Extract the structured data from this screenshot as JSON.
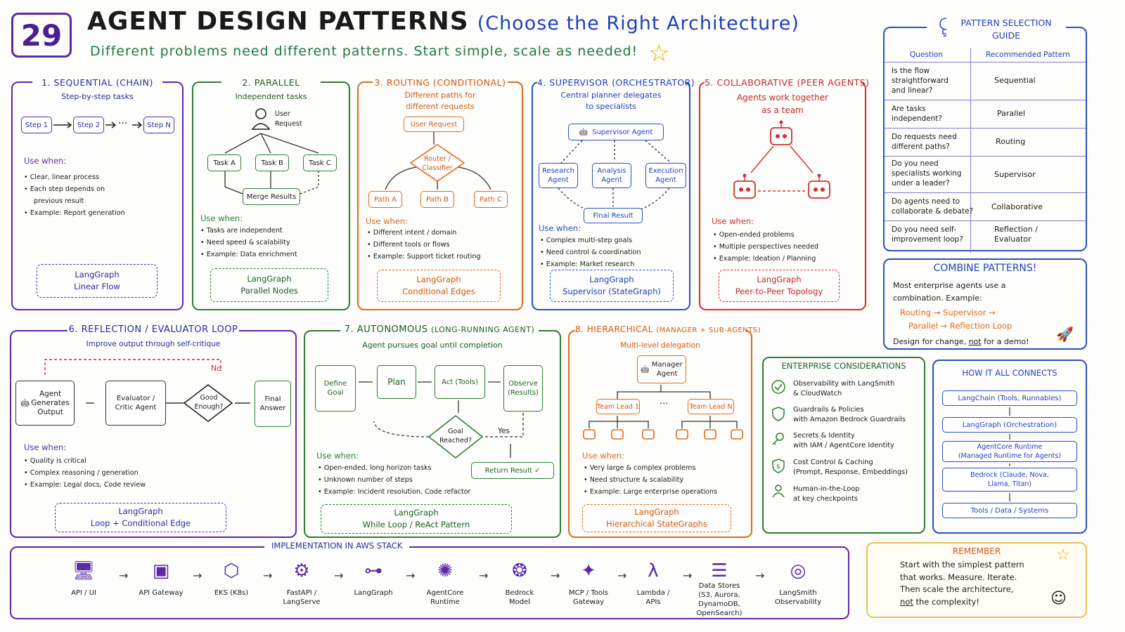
{
  "header": {
    "badge": "29",
    "title": "AGENT DESIGN PATTERNS",
    "title_sub": "(Choose the Right Architecture)",
    "tagline": "Different problems need different patterns. Start simple, scale as needed!"
  },
  "colors": {
    "seq": "#5b2aa8",
    "par": "#2e7d32",
    "route": "#e06a1a",
    "sup": "#2a4fbf",
    "collab": "#d32f2f",
    "refl": "#5b2aa8",
    "auto": "#2e7d32",
    "hier": "#e06a1a",
    "guide": "#2a4fbf",
    "remember": "#e8c25a"
  },
  "p1": {
    "title": "1. SEQUENTIAL (CHAIN)",
    "sub": "Step-by-step tasks",
    "nodes": [
      "Step 1",
      "Step 2",
      "Step N"
    ],
    "dots": "···",
    "use": "Use when:",
    "bullets": [
      "Clear, linear process",
      "Each step depends on",
      "previous result",
      "Example: Report generation"
    ],
    "lg1": "LangGraph",
    "lg2": "Linear Flow"
  },
  "p2": {
    "title": "2. PARALLEL",
    "sub": "Independent tasks",
    "user": "User\nRequest",
    "nodes": [
      "Task A",
      "Task B",
      "Task C"
    ],
    "merge": "Merge Results",
    "use": "Use when:",
    "bullets": [
      "Tasks are independent",
      "Need speed & scalability",
      "Example: Data enrichment"
    ],
    "lg1": "LangGraph",
    "lg2": "Parallel Nodes"
  },
  "p3": {
    "title": "3. ROUTING (CONDITIONAL)",
    "sub1": "Different paths for",
    "sub2": "different requests",
    "req": "User Request",
    "router": "Router /\nClassifier",
    "paths": [
      "Path A",
      "Path B",
      "Path C"
    ],
    "use": "Use when:",
    "bullets": [
      "Different intent / domain",
      "Different tools or flows",
      "Example: Support ticket routing"
    ],
    "lg1": "LangGraph",
    "lg2": "Conditional Edges"
  },
  "p4": {
    "title": "4. SUPERVISOR (ORCHESTRATOR)",
    "sub1": "Central planner delegates",
    "sub2": "to specialists",
    "sup": "Supervisor Agent",
    "agents": [
      "Research\nAgent",
      "Analysis\nAgent",
      "Execution\nAgent"
    ],
    "final": "Final Result",
    "use": "Use when:",
    "bullets": [
      "Complex multi-step goals",
      "Need control & coordination",
      "Example: Market research"
    ],
    "lg1": "LangGraph",
    "lg2": "Supervisor (StateGraph)"
  },
  "p5": {
    "title": "5. COLLABORATIVE (PEER AGENTS)",
    "sub1": "Agents work together",
    "sub2": "as a team",
    "use": "Use when:",
    "bullets": [
      "Open-ended problems",
      "Multiple perspectives needed",
      "Example: Ideation / Planning"
    ],
    "lg1": "LangGraph",
    "lg2": "Peer-to-Peer Topology"
  },
  "guide": {
    "title1": "PATTERN SELECTION",
    "title2": "GUIDE",
    "col1": "Question",
    "col2": "Recommended Pattern",
    "rows": [
      [
        "Is the flow\nstraightforward\nand linear?",
        "Sequential"
      ],
      [
        "Are tasks\nindependent?",
        "Parallel"
      ],
      [
        "Do requests need\ndifferent paths?",
        "Routing"
      ],
      [
        "Do you need\nspecialists working\nunder a leader?",
        "Supervisor"
      ],
      [
        "Do agents need to\ncollaborate & debate?",
        "Collaborative"
      ],
      [
        "Do you need self-\nimprovement loop?",
        "Reflection /\nEvaluator"
      ]
    ]
  },
  "combine": {
    "title": "COMBINE PATTERNS!",
    "l1": "Most enterprise agents use a",
    "l2": "combination. Example:",
    "f1": "Routing → Supervisor →",
    "f2": "Parallel → Reflection Loop",
    "l3a": "Design for change,",
    "l3b": "not",
    "l3c": "for a demo!"
  },
  "p6": {
    "title": "6. REFLECTION / EVALUATOR LOOP",
    "sub": "Improve output through self-critique",
    "agent": "Agent\nGenerates\nOutput",
    "critic": "Evaluator /\nCritic Agent",
    "good": "Good\nEnough?",
    "no": "No",
    "final": "Final\nAnswer",
    "use": "Use when:",
    "bullets": [
      "Quality is critical",
      "Complex reasoning / generation",
      "Example: Legal docs, Code review"
    ],
    "lg1": "LangGraph",
    "lg2": "Loop + Conditional Edge"
  },
  "p7": {
    "title": "7. AUTONOMOUS",
    "title_b": "(LONG-RUNNING AGENT)",
    "sub": "Agent pursues goal until completion",
    "define": "Define\nGoal",
    "plan": "Plan",
    "act": "Act (Tools)",
    "observe": "Observe\n(Results)",
    "goal": "Goal\nReached?",
    "yes": "Yes",
    "ret": "Return Result ✓",
    "use": "Use when:",
    "bullets": [
      "Open-ended, long horizon tasks",
      "Unknown number of steps",
      "Example: Incident resolution, Code refactor"
    ],
    "lg1": "LangGraph",
    "lg2": "While Loop / ReAct Pattern"
  },
  "p8": {
    "title": "8. HIERARCHICAL",
    "title_b": "(MANAGER + SUB-AGENTS)",
    "sub": "Multi-level delegation",
    "mgr": "Manager\nAgent",
    "lead1": "Team Lead 1",
    "leadn": "Team Lead N",
    "dots": "···",
    "use": "Use when:",
    "bullets": [
      "Very large & complex problems",
      "Need structure & scalability",
      "Example: Large enterprise operations"
    ],
    "lg1": "LangGraph",
    "lg2": "Hierarchical StateGraphs"
  },
  "enterprise": {
    "title": "ENTERPRISE CONSIDERATIONS",
    "items": [
      [
        "Observability with LangSmith",
        "& CloudWatch"
      ],
      [
        "Guardrails & Policies",
        "with Amazon Bedrock Guardrails"
      ],
      [
        "Secrets & Identity",
        "with IAM / AgentCore Identity"
      ],
      [
        "Cost Control & Caching",
        "(Prompt, Response, Embeddings)"
      ],
      [
        "Human-in-the-Loop",
        "at key checkpoints"
      ]
    ]
  },
  "connects": {
    "title": "HOW IT ALL CONNECTS",
    "items": [
      "LangChain (Tools, Runnables)",
      "LangGraph (Orchestration)",
      "AgentCore Runtime\n(Managed Runtime for Agents)",
      "Bedrock (Claude, Nova,\nLlama, Titan)",
      "Tools / Data / Systems"
    ]
  },
  "aws": {
    "title": "IMPLEMENTATION IN AWS STACK",
    "items": [
      "API / UI",
      "API Gateway",
      "EKS (K8s)",
      "FastAPI /\nLangServe",
      "LangGraph",
      "AgentCore\nRuntime",
      "Bedrock\nModel",
      "MCP / Tools\nGateway",
      "Lambda /\nAPIs",
      "Data Stores\n(S3, Aurora,\nDynamoDB,\nOpenSearch)",
      "LangSmith\nObservability"
    ]
  },
  "remember": {
    "title": "REMEMBER",
    "l1": "Start with the simplest pattern",
    "l2": "that works. Measure. Iterate.",
    "l3": "Then scale the architecture,",
    "l4a": "not",
    "l4b": "the complexity!"
  }
}
